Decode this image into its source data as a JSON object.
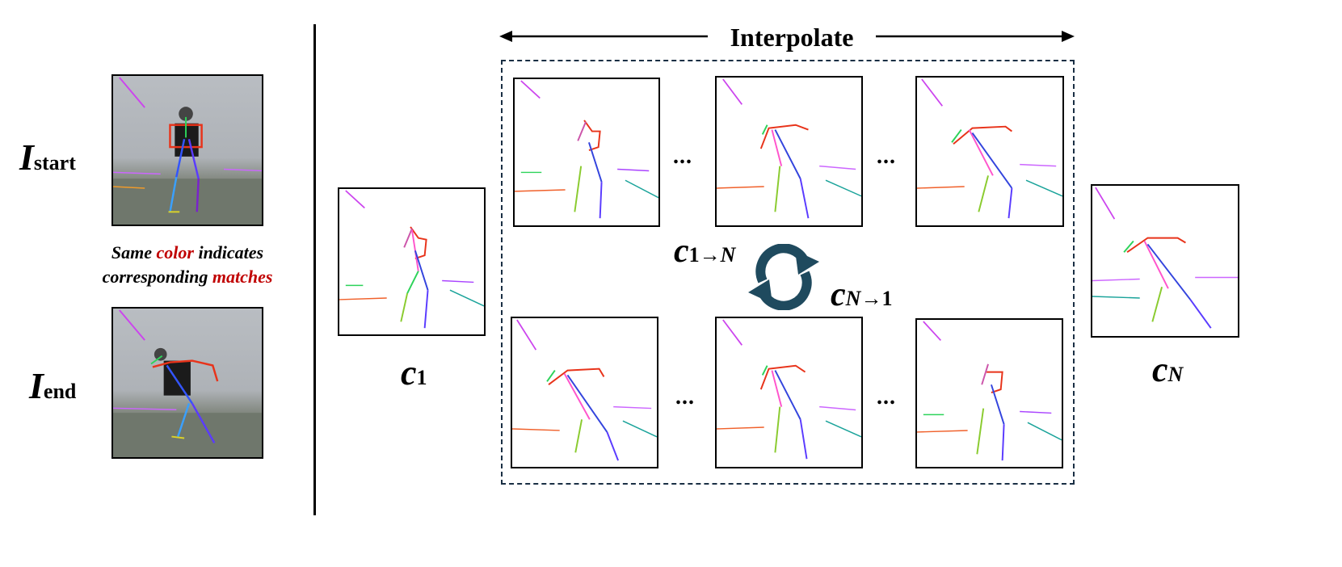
{
  "left": {
    "start_label": {
      "main": "I",
      "sub": "start"
    },
    "end_label": {
      "main": "I",
      "sub": "end"
    },
    "caption": {
      "line1_pre": "Same ",
      "line1_highlight": "color",
      "line1_post": " indicates",
      "line2_pre": "corresponding ",
      "line2_highlight": "matches"
    }
  },
  "right": {
    "interpolate_label": "Interpolate",
    "ellipsis": "...",
    "c1": {
      "main": "c",
      "sub": "1"
    },
    "cN": {
      "main": "c",
      "sub": "N"
    },
    "forward": {
      "main": "c",
      "sub_from": "1",
      "arrow": "→",
      "sub_to": "N"
    },
    "backward": {
      "main": "c",
      "sub_from": "N",
      "arrow": "→",
      "sub_to": "1"
    }
  },
  "colors": {
    "highlight_red": "#c00000",
    "dashed_box": "#1a2f44",
    "cycle_arrow": "#1f4a5e"
  }
}
